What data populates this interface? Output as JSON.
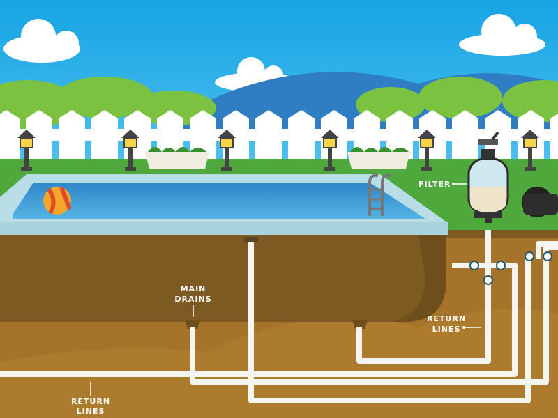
{
  "title": "Pool plumbing diagram",
  "labels": {
    "filter": "FILTER",
    "main_drains_1": "MAIN",
    "main_drains_2": "DRAINS",
    "return_lines_right_1": "RETURN",
    "return_lines_right_2": "LINES",
    "return_lines_left_1": "RETURN",
    "return_lines_left_2": "LINES"
  },
  "colors": {
    "sky": "#1aa8e6",
    "grass": "#4fa83c",
    "soil": "#a5742a",
    "pool_shell": "#7d5a22",
    "water": "#3b97d3",
    "rim": "#b8dde6",
    "pipe": "#f4f4f0"
  }
}
